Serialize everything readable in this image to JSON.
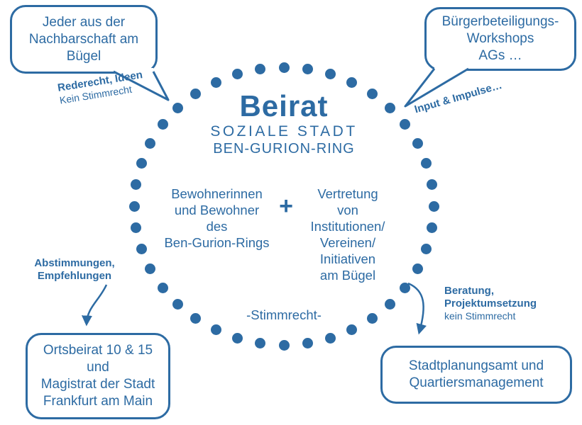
{
  "colors": {
    "primary": "#2d6ba3",
    "background": "#ffffff"
  },
  "circle": {
    "title": "Beirat",
    "subtitle1": "SOZIALE STADT",
    "subtitle2": "BEN-GURION-RING",
    "left_group": "Bewohnerinnen\nund Bewohner\ndes\nBen-Gurion-Rings",
    "plus": "+",
    "right_group": "Vertretung\nvon\nInstitutionen/\nVereinen/\nInitiativen\nam Bügel",
    "bottom_label": "-Stimmrecht-",
    "dot_count": 40
  },
  "bubbles": {
    "top_left": {
      "text": "Jeder aus der\nNachbarschaft am\nBügel"
    },
    "top_right": {
      "text": "Bürgerbeteiligungs-\nWorkshops\nAGs …"
    },
    "bottom_left": {
      "text": "Ortsbeirat 10 & 15\nund\nMagistrat der Stadt\nFrankfurt am Main"
    },
    "bottom_right": {
      "text": "Stadtplanungsamt und\nQuartiersmanagement"
    }
  },
  "annotations": {
    "top_left": {
      "bold": "Rederecht, Ideen",
      "regular": "Kein Stimmrecht"
    },
    "top_right": {
      "bold": "Input & Impulse…"
    },
    "left": {
      "bold": "Abstimmungen,\nEmpfehlungen"
    },
    "right": {
      "bold": "Beratung,\nProjektumsetzung",
      "regular": "kein Stimmrecht"
    }
  }
}
